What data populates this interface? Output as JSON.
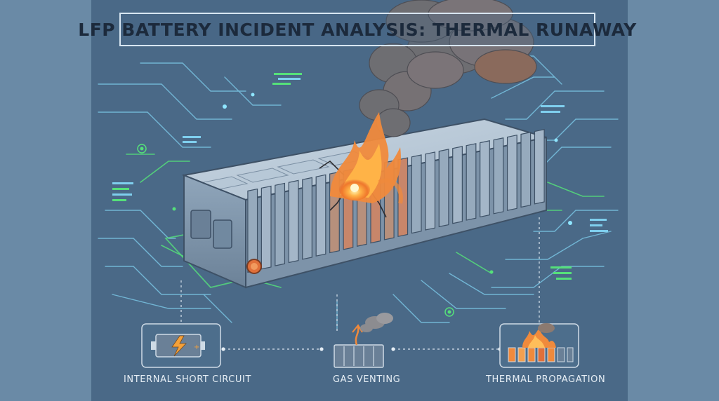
{
  "title": "LFP BATTERY INCIDENT ANALYSIS: THERMAL RUNAWAY",
  "stages": [
    {
      "label": "INTERNAL SHORT CIRCUIT",
      "icon": "short-circuit-cell-icon"
    },
    {
      "label": "GAS VENTING",
      "icon": "gas-venting-cell-icon"
    },
    {
      "label": "THERMAL PROPAGATION",
      "icon": "propagating-fire-cells-icon"
    }
  ],
  "colors": {
    "background": "#5a7a96",
    "panel": "#4a6987",
    "trace": "#7fd3f0",
    "trace_green": "#55e07a",
    "fire": "#f08a3c",
    "smoke": "#6e6e72",
    "title_text": "#1c2a3c",
    "caption_text": "#e6eef5"
  }
}
